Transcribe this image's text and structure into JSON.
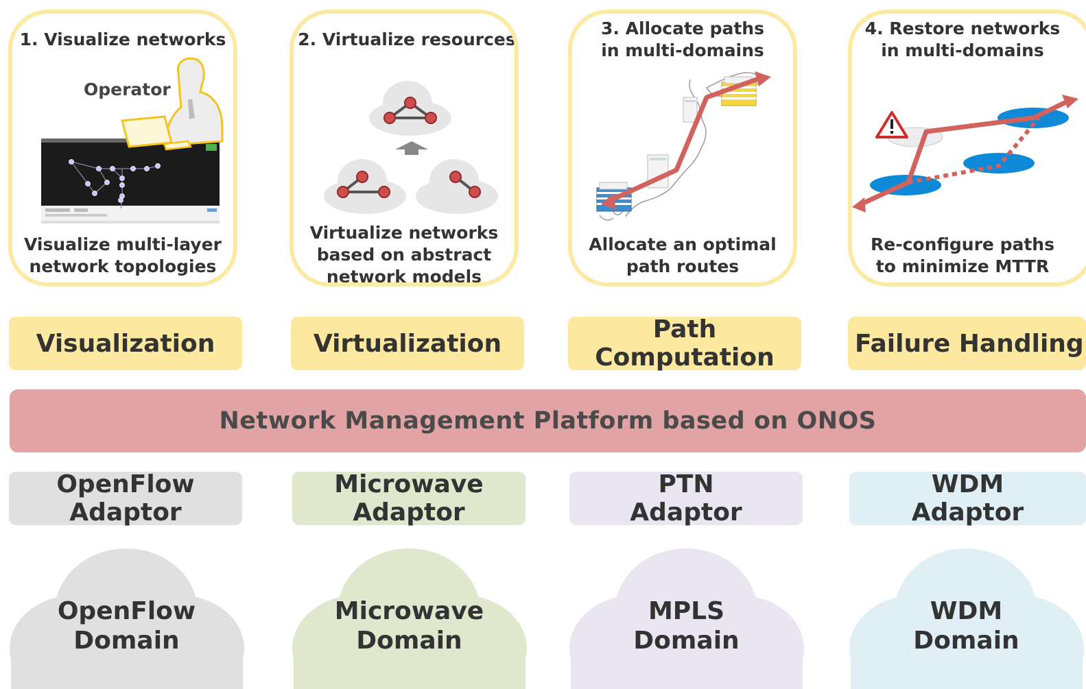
{
  "cards": [
    {
      "title": "1. Visualize networks",
      "operator_label": "Operator",
      "description": "Visualize multi-layer\nnetwork topologies"
    },
    {
      "title": "2. Virtualize resources",
      "description": "Virtualize networks\nbased on abstract\nnetwork models"
    },
    {
      "title": "3. Allocate paths\nin multi-domains",
      "description": "Allocate an optimal\npath routes"
    },
    {
      "title": "4. Restore networks\nin multi-domains",
      "description": "Re-configure paths\nto minimize MTTR"
    }
  ],
  "functions": [
    "Visualization",
    "Virtualization",
    "Path\nComputation",
    "Failure Handling"
  ],
  "platform": "Network Management Platform based on ONOS",
  "adaptors": [
    "OpenFlow\nAdaptor",
    "Microwave\nAdaptor",
    "PTN\nAdaptor",
    "WDM\nAdaptor"
  ],
  "domains": [
    "OpenFlow\nDomain",
    "Microwave\nDomain",
    "MPLS\nDomain",
    "WDM\nDomain"
  ],
  "colors": {
    "card_border": "#fce9a2",
    "function_fill": "#fde89f",
    "platform_fill": "#e1a3a3",
    "openflow": "#e0e0e0",
    "microwave": "#dfe8cc",
    "mpls": "#e8e4f0",
    "wdm": "#e0eef6",
    "path_red": "#d2625e"
  },
  "icons": [
    "operator-icon",
    "monitor-icon",
    "cloud-network-icon",
    "up-arrow-icon",
    "japan-map-icon",
    "server-icon",
    "warning-icon",
    "network-disc-icon"
  ]
}
